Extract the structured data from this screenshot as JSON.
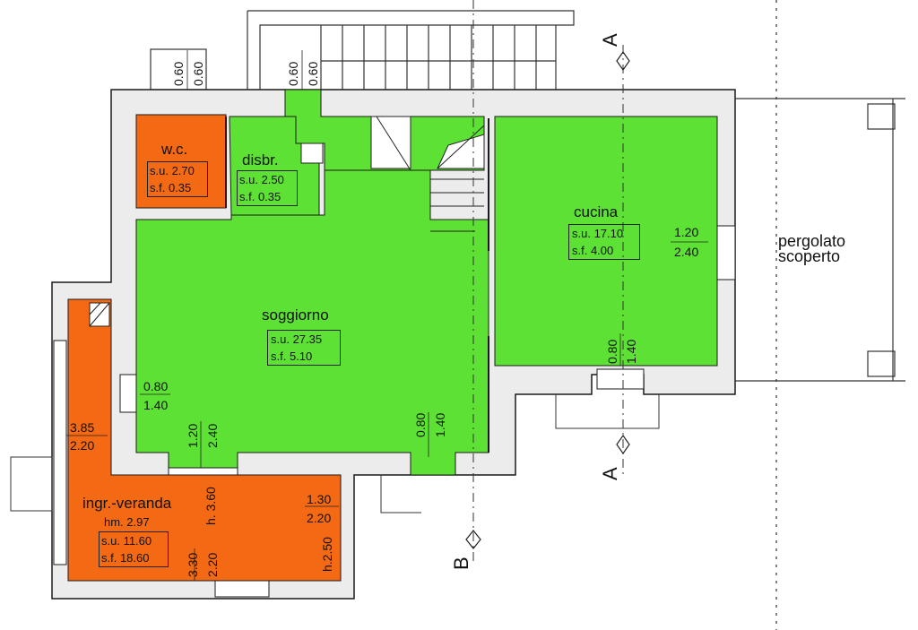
{
  "rooms": {
    "wc": {
      "name": "w.c.",
      "su": "s.u. 2.70",
      "sf": "s.f. 0.35"
    },
    "disbr": {
      "name": "disbr.",
      "su": "s.u. 2.50",
      "sf": "s.f. 0.35"
    },
    "cucina": {
      "name": "cucina",
      "su": "s.u. 17.10",
      "sf": "s.f.   4.00"
    },
    "soggiorno": {
      "name": "soggiorno",
      "su": "s.u. 27.35",
      "sf": "s.f.  5.10"
    },
    "veranda": {
      "name": "ingr.-veranda",
      "hm": "hm. 2.97",
      "su": "s.u. 11.60",
      "sf": "s.f. 18.60"
    },
    "pergolato": {
      "line1": "pergolato",
      "line2": "scoperto"
    }
  },
  "dims": {
    "wc_top_a": "0.60",
    "wc_top_b": "0.60",
    "stair_top_a": "0.60",
    "stair_top_b": "0.60",
    "cucina_win_a": "1.20",
    "cucina_win_b": "2.40",
    "cucina_bot_a": "0.80",
    "cucina_bot_b": "1.40",
    "sogg_left_a": "0.80",
    "sogg_left_b": "1.40",
    "sogg_bot_a": "1.20",
    "sogg_bot_b": "2.40",
    "sogg_door_a": "0.80",
    "sogg_door_b": "1.40",
    "ver_left_a": "3.85",
    "ver_left_b": "2.20",
    "ver_h1": "h. 3.60",
    "ver_right_a": "1.30",
    "ver_right_b": "2.20",
    "ver_h2": "h.2.50",
    "ver_bot_a": "3.30",
    "ver_bot_b": "2.20"
  },
  "sections": {
    "a_top": "A",
    "a_bottom": "A",
    "b": "B"
  },
  "colors": {
    "green": "#5ee135",
    "orange": "#f46a14",
    "wall": "#e9e9e9",
    "line": "#1a1a1a"
  }
}
